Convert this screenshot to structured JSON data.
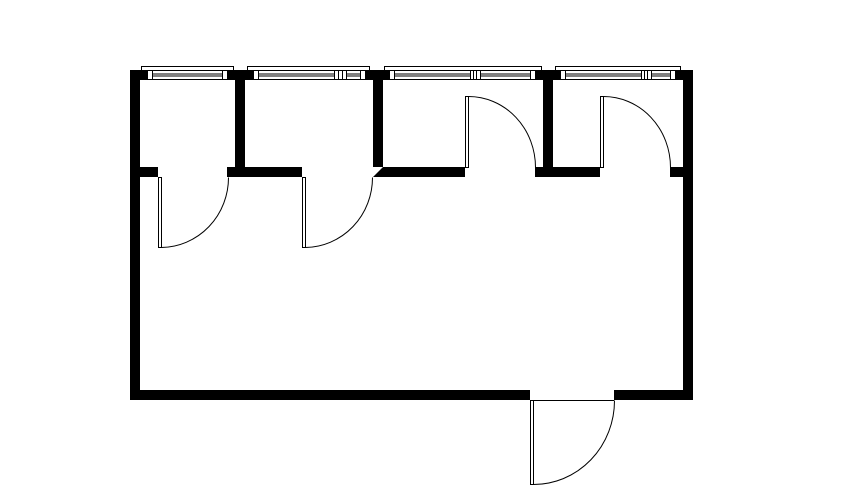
{
  "plan": {
    "type": "floor-plan",
    "rooms": 5,
    "doors": 5,
    "windows": 4,
    "colors": {
      "wall": "#000000",
      "background": "#ffffff",
      "line": "#000000"
    }
  }
}
